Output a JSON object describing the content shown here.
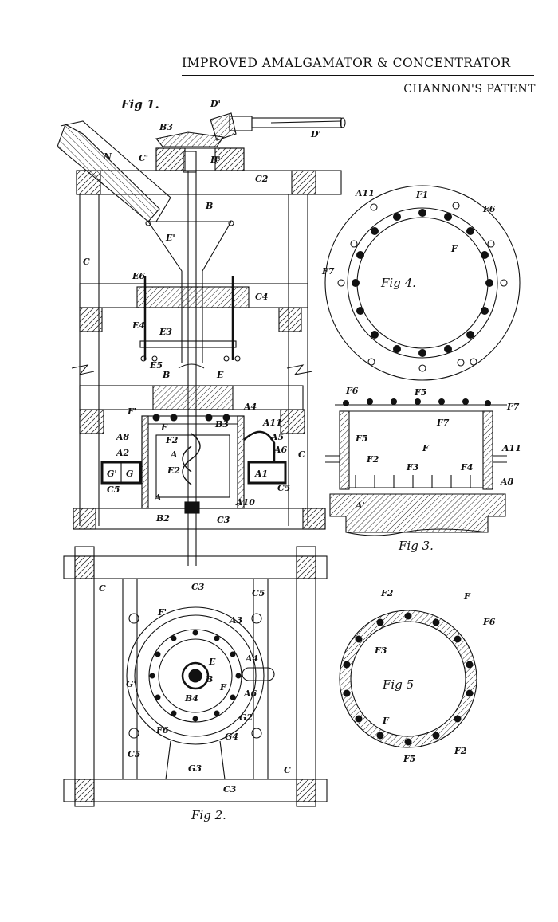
{
  "header": {
    "title": "IMPROVED AMALGAMATOR & CONCENTRATOR",
    "subtitle": "CHANNON'S PATENT"
  },
  "figures": {
    "fig1": "Fig 1.",
    "fig2": "Fig 2.",
    "fig3": "Fig 3.",
    "fig4": "Fig 4.",
    "fig5": "Fig 5"
  },
  "labels": {
    "fig1": [
      "N",
      "B3",
      "D'",
      "D'",
      "C'",
      "B'",
      "C2",
      "B",
      "E'",
      "C",
      "E6",
      "C4",
      "E4",
      "E3",
      "E5",
      "B",
      "E",
      "F'",
      "A4",
      "F",
      "B3",
      "A11",
      "A5",
      "A8",
      "F2",
      "A6",
      "A2",
      "G",
      "A",
      "A1",
      "C",
      "G'",
      "E2",
      "A",
      "C5",
      "C5",
      "B2",
      "A10",
      "C3"
    ],
    "fig2": [
      "C",
      "C3",
      "C5",
      "F'",
      "A3",
      "E",
      "A4",
      "B",
      "G'",
      "F",
      "A6",
      "B4",
      "G2",
      "F6",
      "G4",
      "G3",
      "C5",
      "C",
      "C3"
    ],
    "fig3": [
      "F6",
      "F5",
      "F7",
      "F7",
      "F5",
      "F",
      "A11",
      "F2",
      "F3",
      "F4",
      "A8",
      "A'"
    ],
    "fig4": [
      "A11",
      "F1",
      "F6",
      "F",
      "F7"
    ],
    "fig5": [
      "F2",
      "F",
      "F6",
      "F3",
      "F",
      "F5",
      "F2"
    ]
  }
}
